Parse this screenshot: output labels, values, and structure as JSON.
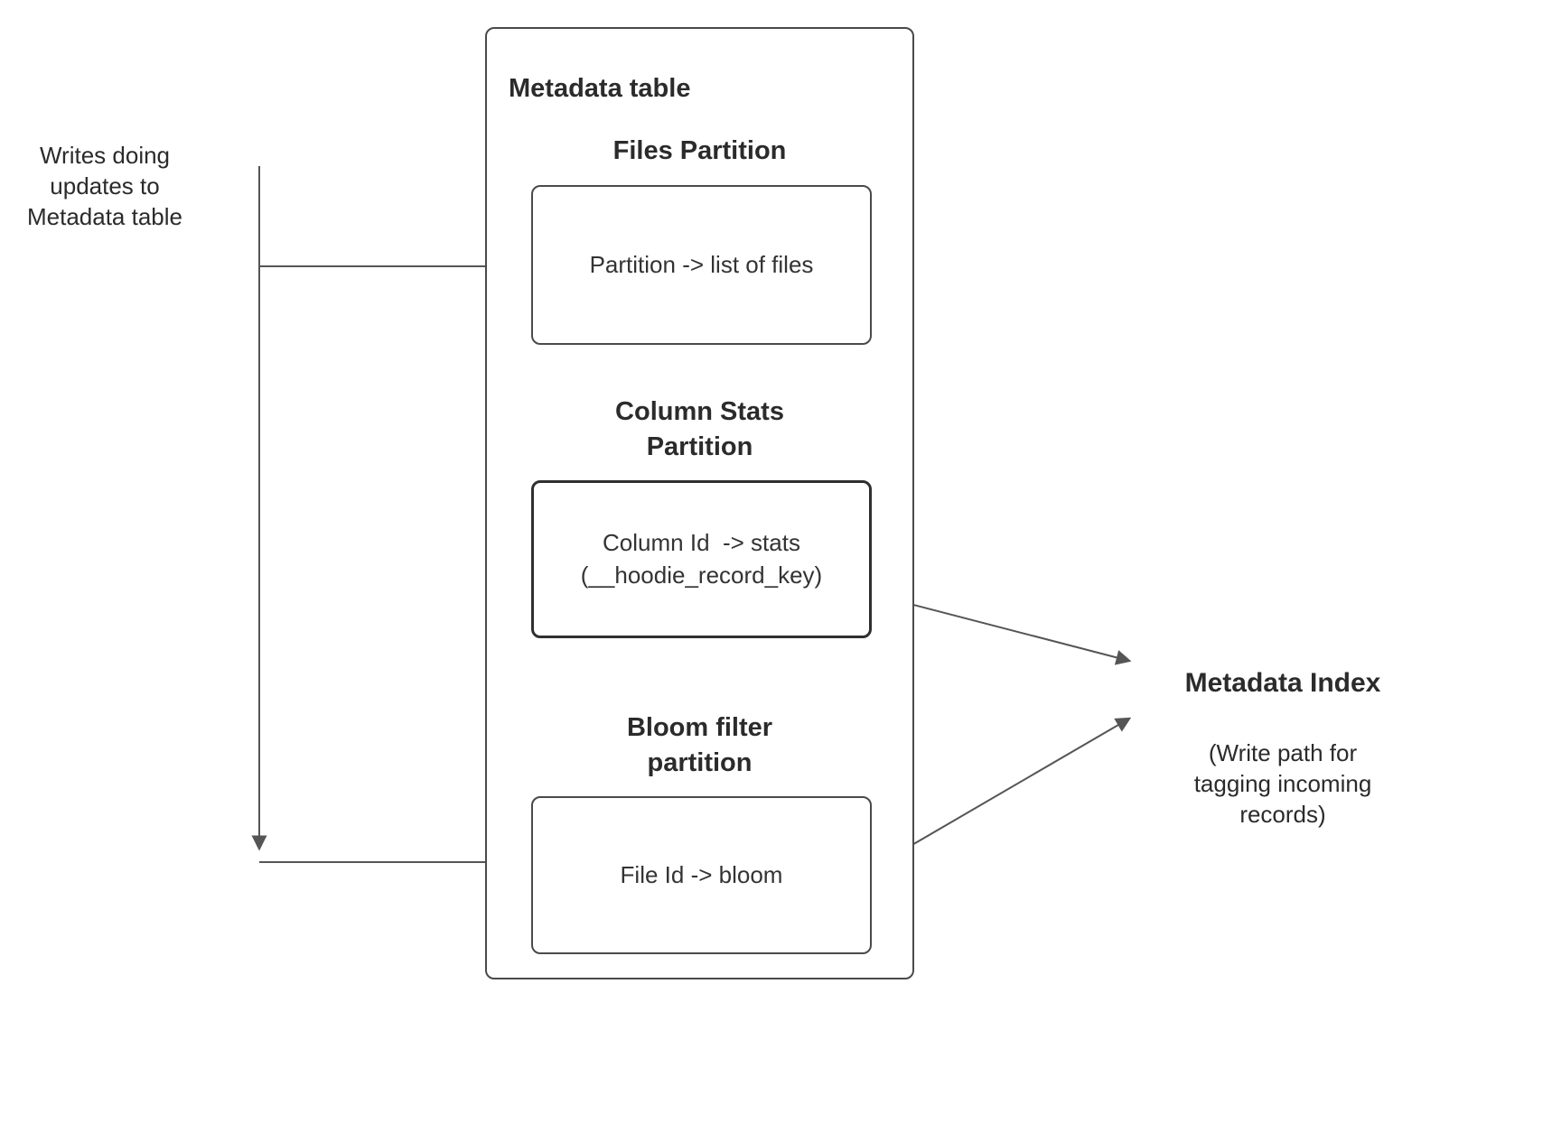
{
  "left_note": {
    "text": "Writes doing\nupdates to\nMetadata table"
  },
  "metadata_table": {
    "title": "Metadata table",
    "files_partition": {
      "label": "Files Partition",
      "box_text": "Partition -> list of files"
    },
    "column_stats_partition": {
      "label": "Column Stats\nPartition",
      "box_text": "Column Id  -> stats\n(__hoodie_record_key)"
    },
    "bloom_filter_partition": {
      "label": "Bloom filter\npartition",
      "box_text": "File Id -> bloom"
    }
  },
  "metadata_index": {
    "title": "Metadata Index",
    "subtitle": "(Write path for\ntagging incoming\nrecords)"
  }
}
